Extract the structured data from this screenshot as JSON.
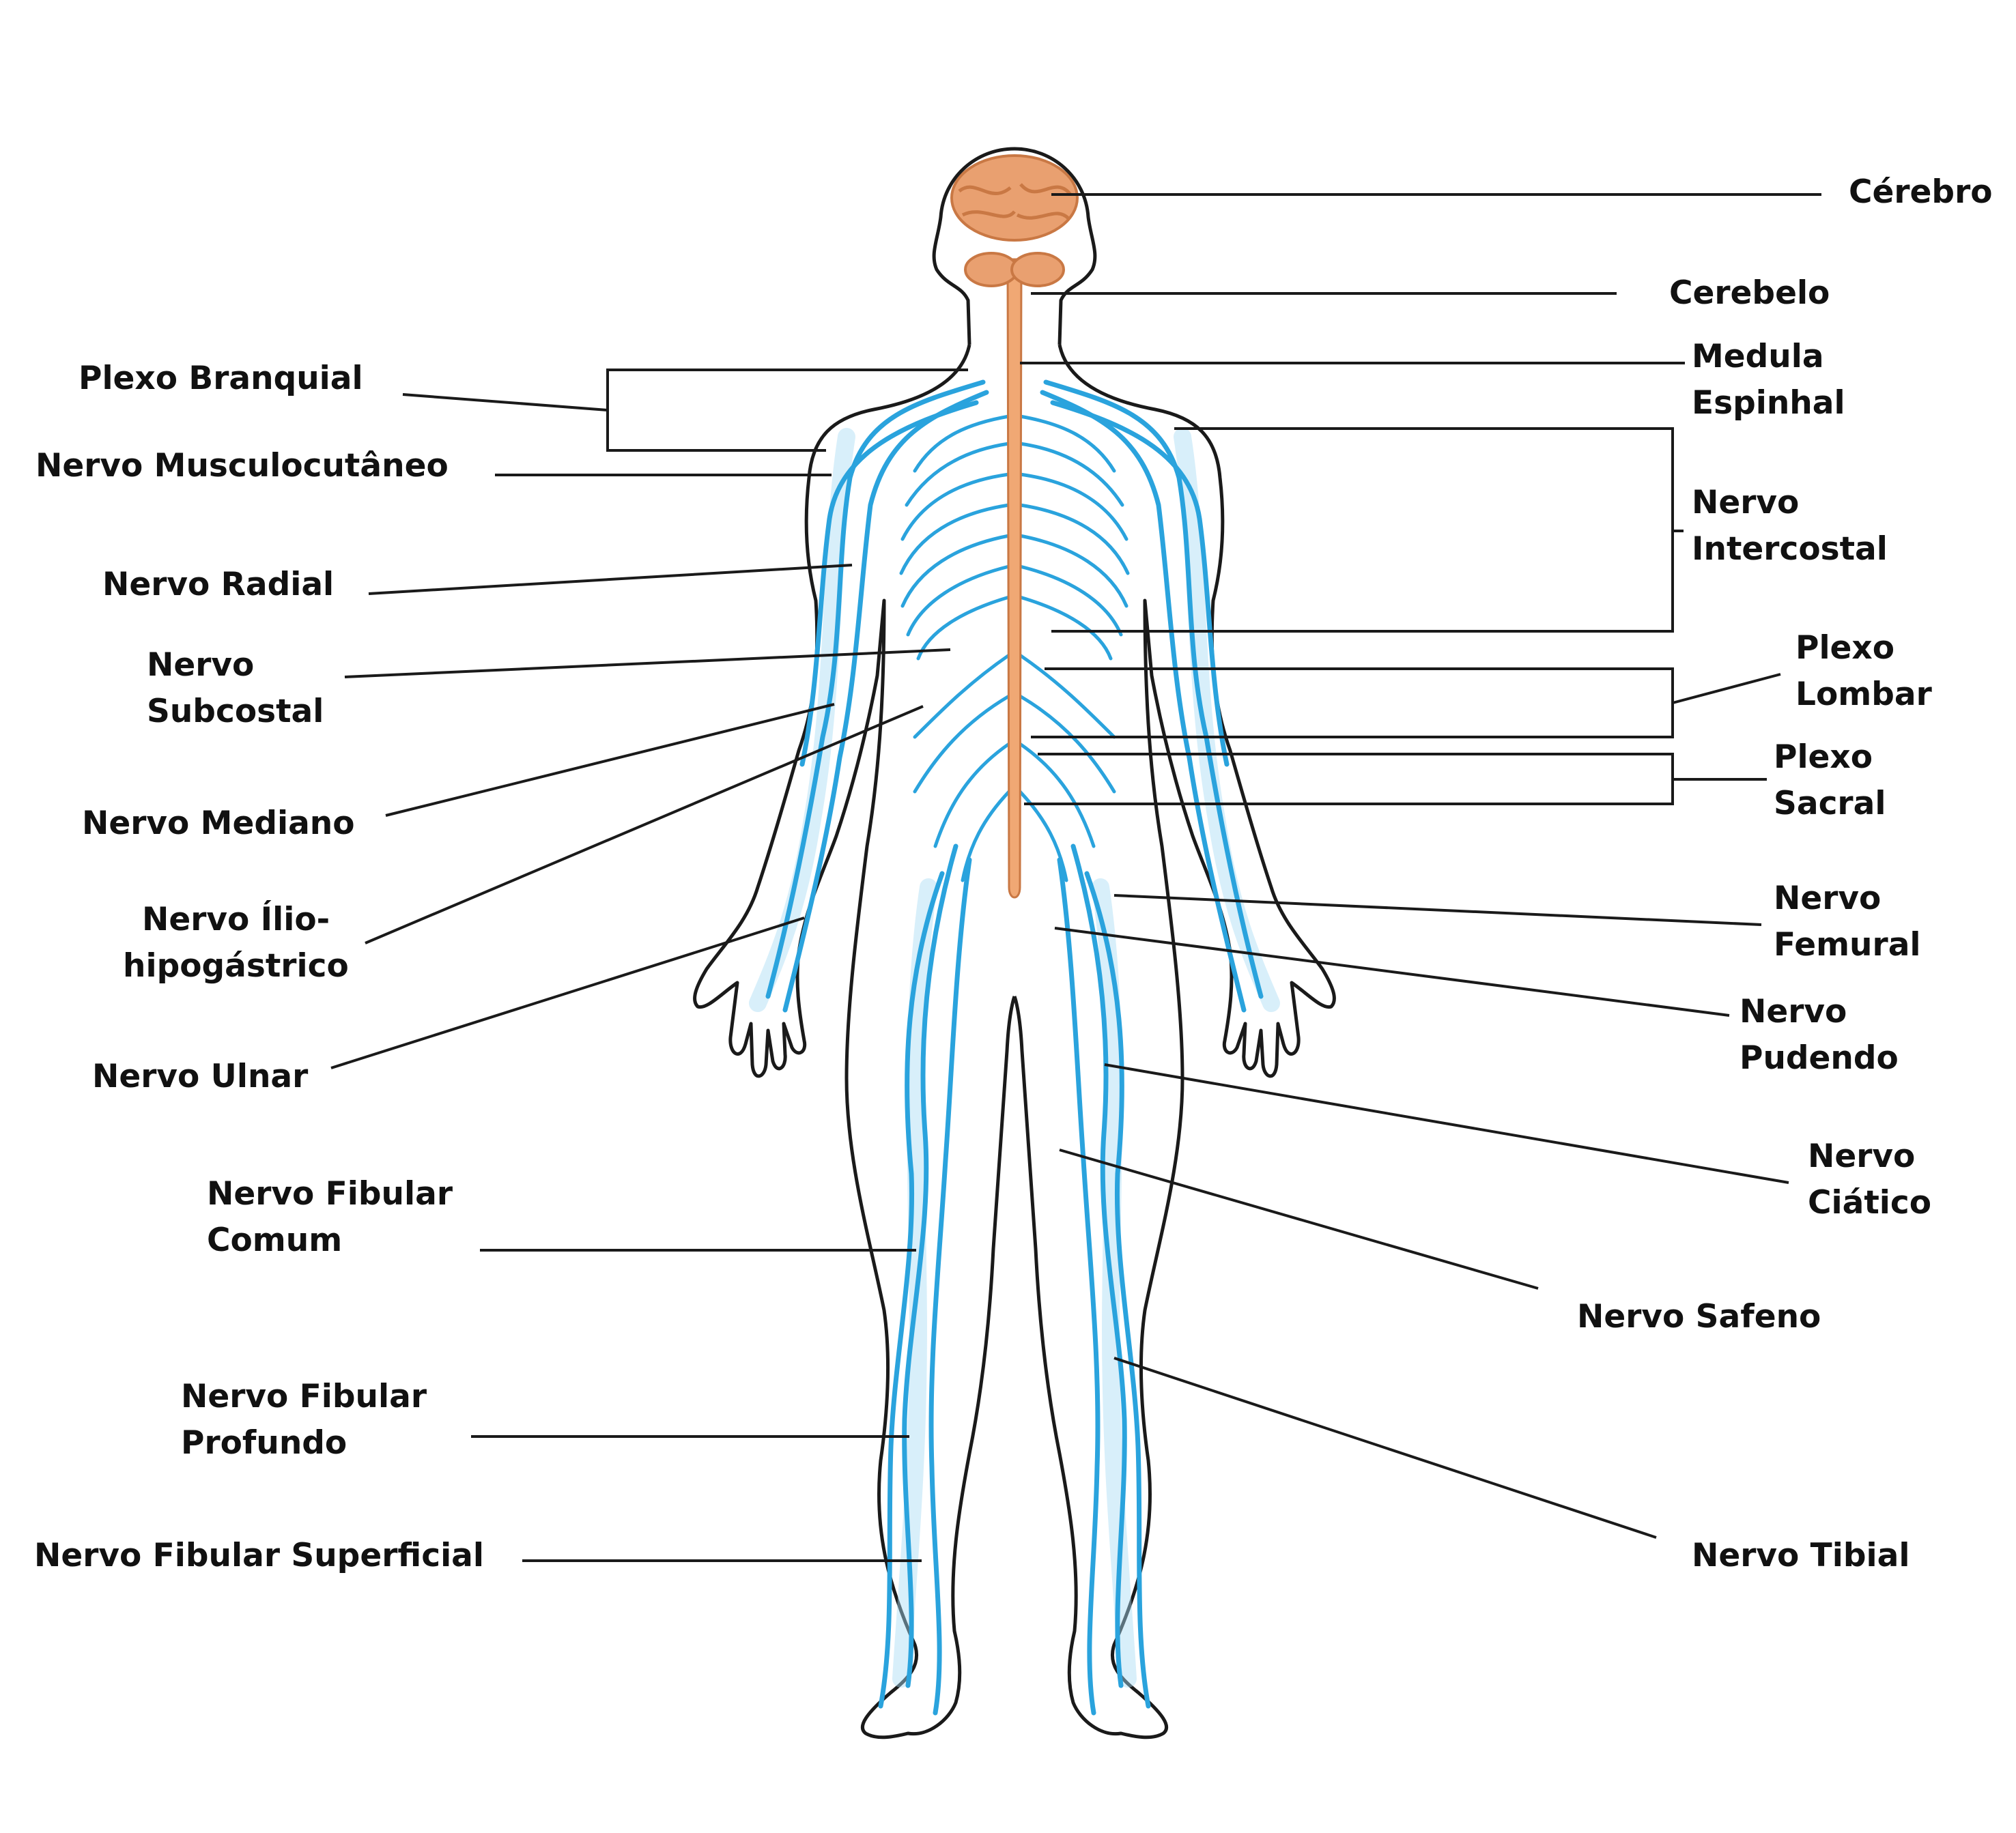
{
  "colors": {
    "nerve": "#2aa3dd",
    "nerve_light": "#a9dcf3",
    "body_outline": "#1a1a1a",
    "brain": "#e9a070",
    "brain_dark": "#c97844",
    "cord": "#f0a874",
    "leader": "#1a1a1a",
    "text": "#111111"
  },
  "labels": {
    "cerebro": "Cérebro",
    "cerebelo": "Cerebelo",
    "medula": [
      "Medula",
      "Espinhal"
    ],
    "plexo_branquial": "Plexo Branquial",
    "musculocutaneo": "Nervo Musculocutâneo",
    "intercostal": [
      "Nervo",
      "Intercostal"
    ],
    "radial": "Nervo Radial",
    "subcostal": [
      "Nervo",
      "Subcostal"
    ],
    "plexo_lombar": [
      "Plexo",
      "Lombar"
    ],
    "mediano": "Nervo Mediano",
    "plexo_sacral": [
      "Plexo",
      "Sacral"
    ],
    "ilio": [
      "Nervo Ílio-",
      "hipogástrico"
    ],
    "femural": [
      "Nervo",
      "Femural"
    ],
    "ulnar": "Nervo Ulnar",
    "pudendo": [
      "Nervo",
      "Pudendo"
    ],
    "ciatico": [
      "Nervo",
      "Ciático"
    ],
    "fibular_comum": [
      "Nervo Fibular",
      "Comum"
    ],
    "safeno": "Nervo Safeno",
    "fibular_profundo": [
      "Nervo Fibular",
      "Profundo"
    ],
    "fibular_superficial": "Nervo Fibular Superficial",
    "tibial": "Nervo Tibial"
  }
}
